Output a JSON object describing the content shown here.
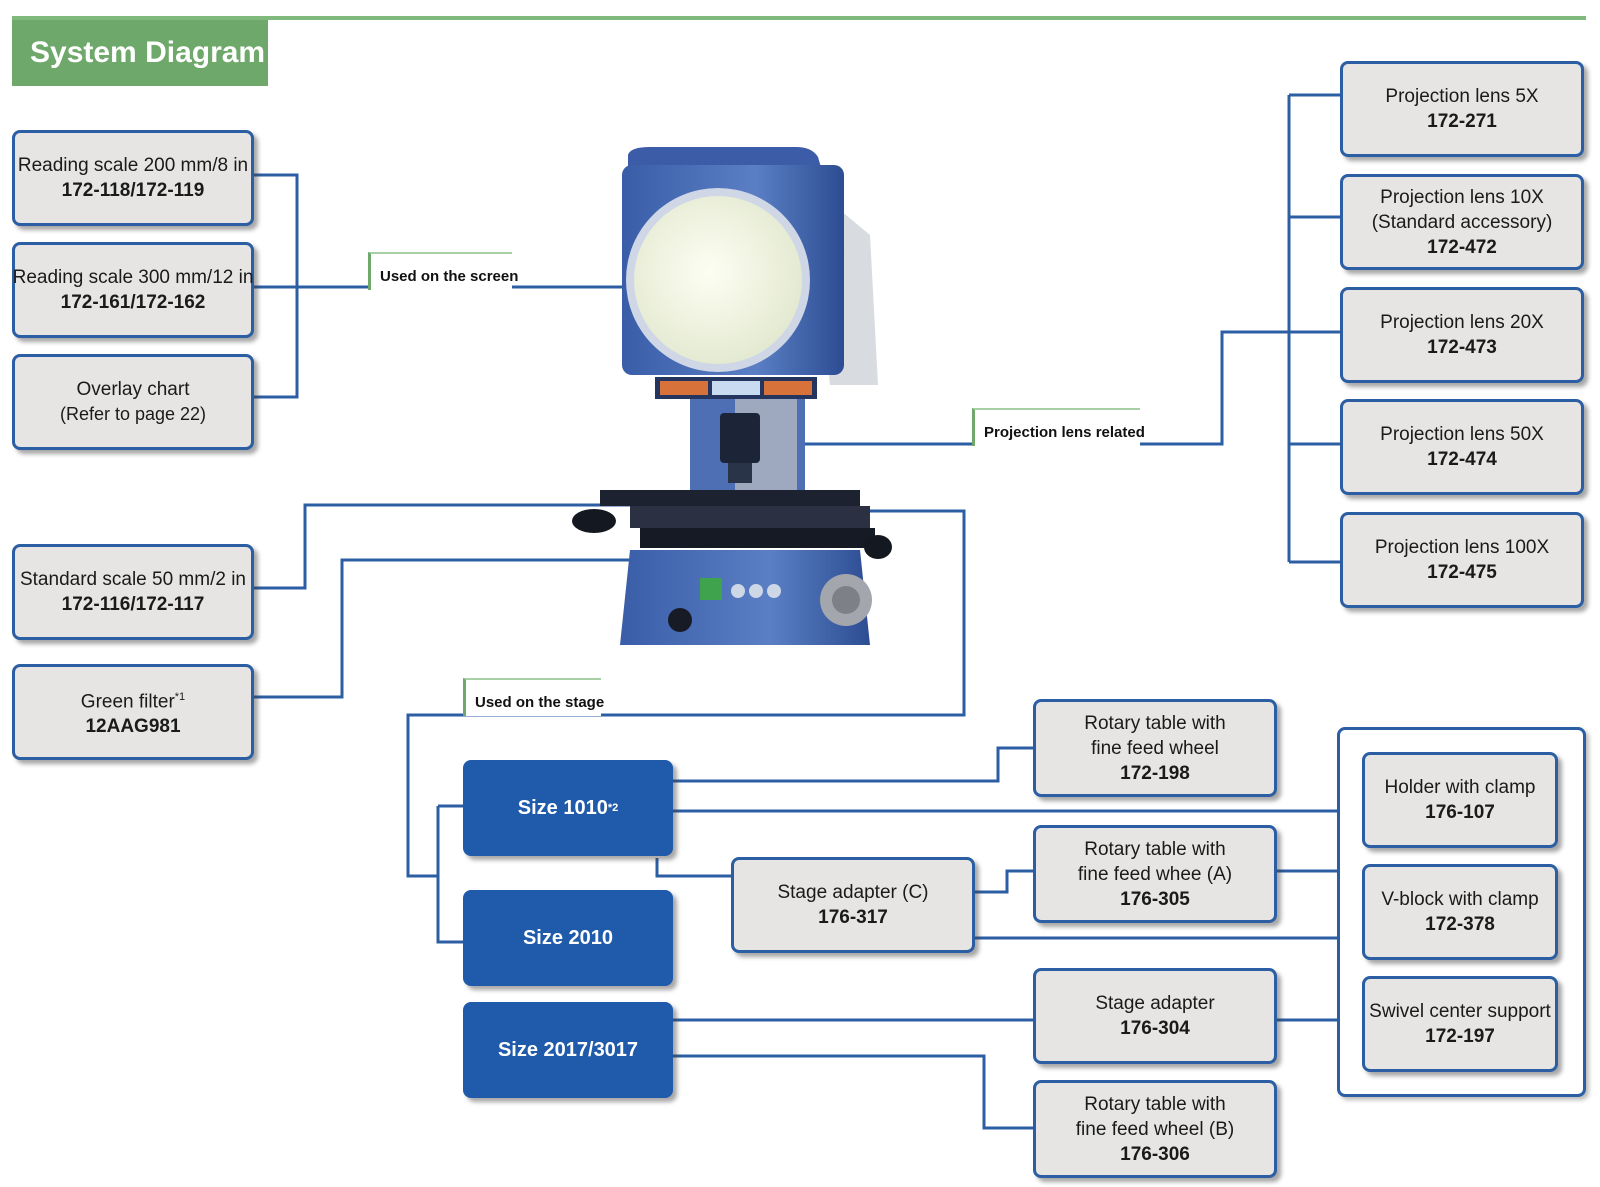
{
  "title": "System Diagram",
  "tags": {
    "screen": "Used on the screen",
    "lens": "Projection lens related",
    "stage": "Used on the stage"
  },
  "left_items": [
    {
      "name": "Reading scale 200 mm/8 in",
      "code": "172-118/172-119"
    },
    {
      "name": "Reading scale 300 mm/12 in",
      "code": "172-161/172-162"
    },
    {
      "name": "Overlay chart",
      "sub": "(Refer to page 22)"
    },
    {
      "name": "Standard scale 50 mm/2 in",
      "code": "172-116/172-117"
    },
    {
      "name": "Green filter",
      "note": "*1",
      "code": "12AAG981"
    }
  ],
  "lenses": [
    {
      "name": "Projection lens 5X",
      "code": "172-271"
    },
    {
      "name": "Projection lens 10X",
      "sub": "(Standard accessory)",
      "code": "172-472"
    },
    {
      "name": "Projection lens 20X",
      "code": "172-473"
    },
    {
      "name": "Projection lens 50X",
      "code": "172-474"
    },
    {
      "name": "Projection lens 100X",
      "code": "172-475"
    }
  ],
  "sizes": [
    {
      "label": "Size 1010",
      "note": "*2"
    },
    {
      "label": "Size 2010"
    },
    {
      "label": "Size 2017/3017"
    }
  ],
  "stage_items": {
    "adapter_c": {
      "name": "Stage adapter (C)",
      "code": "176-317"
    },
    "rotary_fine": {
      "line1": "Rotary table with",
      "line2": "fine feed wheel",
      "code": "172-198"
    },
    "rotary_a": {
      "line1": "Rotary table with",
      "line2": "fine feed whee (A)",
      "code": "176-305"
    },
    "adapter": {
      "name": "Stage adapter",
      "code": "176-304"
    },
    "rotary_b": {
      "line1": "Rotary table with",
      "line2": "fine feed wheel (B)",
      "code": "176-306"
    }
  },
  "holders": [
    {
      "name": "Holder with clamp",
      "code": "176-107"
    },
    {
      "name": "V-block with clamp",
      "code": "172-378"
    },
    {
      "name": "Swivel center support",
      "code": "172-197"
    }
  ],
  "colors": {
    "line": "#2c5ea3",
    "box_fill": "#e6e5e3",
    "size_fill": "#1f5aab",
    "title_fill": "#6fa86b"
  }
}
